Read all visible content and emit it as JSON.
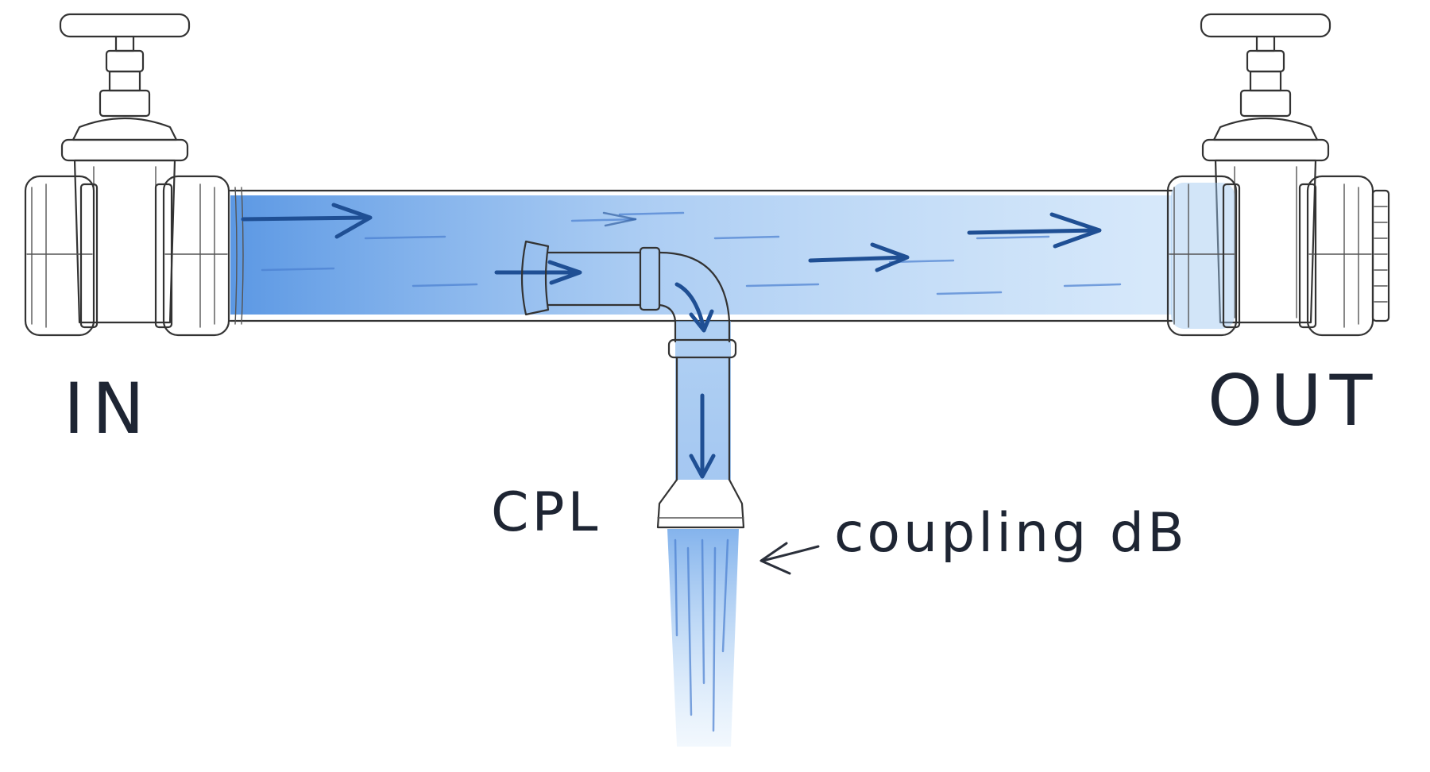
{
  "labels": {
    "input": "IN",
    "output": "OUT",
    "coupled": "CPL",
    "annotation": "coupling dB"
  },
  "components": {
    "left_valve": "valve-icon",
    "right_valve": "valve-icon",
    "main_pipe": "pipe",
    "branch_pipe": "elbow-pipe"
  },
  "colors": {
    "water": "#4f8fe0",
    "arrow": "#1f4f94",
    "ink": "#333333"
  }
}
